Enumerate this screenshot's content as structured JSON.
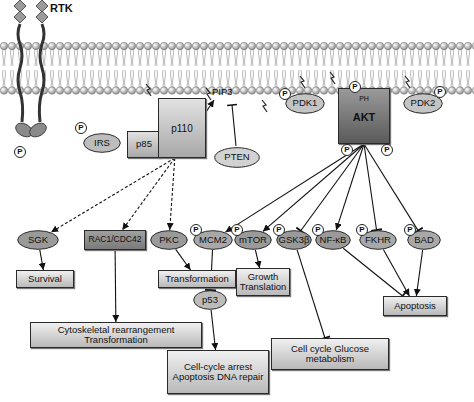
{
  "diagram": {
    "nodes": [
      {
        "text": [
          "P"
        ]
      },
      {
        "text": [
          "P"
        ]
      },
      {
        "text": [
          "IRS"
        ]
      },
      {
        "text": [
          "p85"
        ]
      },
      {
        "text": [
          "p110"
        ]
      },
      {
        "text": [
          "PTEN"
        ]
      },
      {
        "text": [
          "P"
        ]
      },
      {
        "text": [
          "PDK1"
        ]
      },
      {
        "text": [
          "P"
        ]
      },
      {
        "text": [
          "PH",
          "AKT"
        ]
      },
      {
        "text": [
          "P"
        ]
      },
      {
        "text": [
          "PDK2"
        ]
      },
      {
        "text": [
          "P"
        ]
      },
      {
        "text": [
          "P"
        ]
      },
      {
        "text": [
          "SGK"
        ]
      },
      {
        "text": [
          "RAC1/CDC42"
        ]
      },
      {
        "text": [
          "PKC"
        ]
      },
      {
        "text": [
          "P"
        ]
      },
      {
        "text": [
          "MCM2"
        ]
      },
      {
        "text": [
          "P"
        ]
      },
      {
        "text": [
          "mTOR"
        ]
      },
      {
        "text": [
          "P"
        ]
      },
      {
        "text": [
          "GSK3β"
        ]
      },
      {
        "text": [
          "P"
        ]
      },
      {
        "text": [
          "NF-κB"
        ]
      },
      {
        "text": [
          "P"
        ]
      },
      {
        "text": [
          "FKHR"
        ]
      },
      {
        "text": [
          "P"
        ]
      },
      {
        "text": [
          "BAD"
        ]
      },
      {
        "text": [
          "Survival"
        ]
      },
      {
        "text": [
          "Transformation"
        ]
      },
      {
        "text": [
          "Growth Translation"
        ]
      },
      {
        "text": [
          "p53"
        ]
      },
      {
        "text": [
          "Apoptosis"
        ]
      },
      {
        "text": [
          "Cytoskeletal rearrangement Transformation"
        ]
      },
      {
        "text": [
          "Cell cycle Glucose metabolism"
        ]
      },
      {
        "text": [
          "Cell-cycle arrest Apoptosis DNA repair"
        ]
      }
    ],
    "edges": [
      {
        "from": 4,
        "to": 14,
        "arrow": "to"
      },
      {
        "from": 4,
        "to": 15,
        "arrow": "to"
      },
      {
        "from": 4,
        "to": 16,
        "arrow": "to"
      },
      {
        "from": 9,
        "to": 18,
        "arrow": "to"
      },
      {
        "from": 9,
        "to": 20,
        "arrow": "to"
      },
      {
        "from": 9,
        "to": 22,
        "arrow": "to"
      },
      {
        "from": 9,
        "to": 24,
        "arrow": "to"
      },
      {
        "from": 9,
        "to": 26,
        "arrow": "to"
      },
      {
        "from": 9,
        "to": 28,
        "arrow": "to"
      },
      {
        "from": 14,
        "to": 29,
        "arrow": "to"
      },
      {
        "from": 15,
        "to": 34,
        "arrow": "to"
      },
      {
        "from": 16,
        "to": 30,
        "arrow": "to"
      },
      {
        "from": 18,
        "to": 32,
        "arrow": "to"
      },
      {
        "from": 20,
        "to": 31,
        "arrow": "to"
      },
      {
        "from": 22,
        "to": 35,
        "arrow": "to"
      },
      {
        "from": 24,
        "to": 33,
        "arrow": "to"
      },
      {
        "from": 26,
        "to": 33,
        "arrow": "to"
      },
      {
        "from": 28,
        "to": 33,
        "arrow": "to"
      },
      {
        "from": 32,
        "to": 36,
        "arrow": "to"
      }
    ],
    "labels": [
      "RTK",
      "PIP3"
    ]
  }
}
